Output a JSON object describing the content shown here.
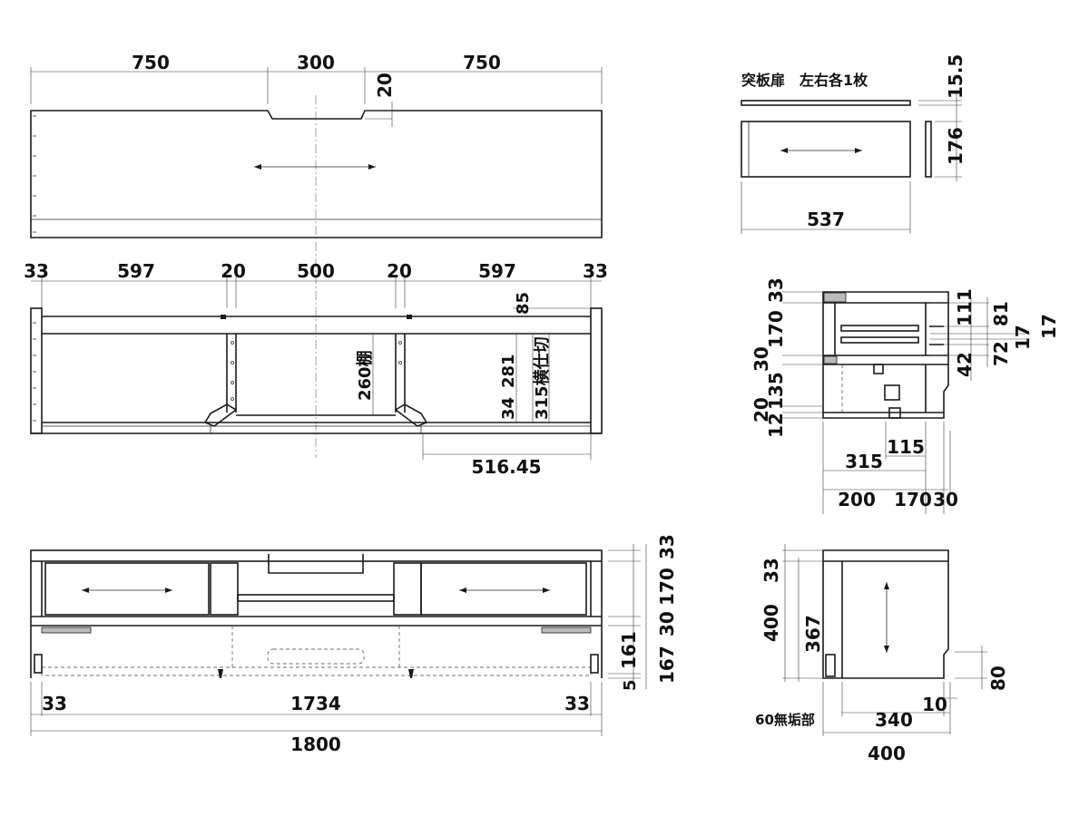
{
  "top_view": {
    "dims_top": [
      "750",
      "300",
      "750"
    ],
    "notch_depth": "20"
  },
  "front_open": {
    "dims_top": [
      "33",
      "597",
      "20",
      "500",
      "20",
      "597",
      "33"
    ],
    "dim_85": "85",
    "shelf": "260棚",
    "d34": "34",
    "d281": "281",
    "d315": "315横仕切",
    "d51645": "516.45"
  },
  "front_view": {
    "dims_right": [
      "33",
      "170",
      "30",
      "161",
      "167",
      "5"
    ],
    "dims_bottom": [
      "33",
      "1734",
      "33"
    ],
    "total": "1800"
  },
  "door": {
    "note": "突板扉　左右各1枚",
    "thickness": "15.5",
    "height": "176",
    "width": "537"
  },
  "section": {
    "left": [
      "33",
      "170",
      "30",
      "135",
      "20",
      "12"
    ],
    "right": [
      "111",
      "81",
      "72",
      "42",
      "17",
      "17"
    ],
    "bottom": [
      "115",
      "315",
      "200",
      "170",
      "30"
    ]
  },
  "side": {
    "left": [
      "33",
      "400",
      "367"
    ],
    "right": [
      "80",
      "10"
    ],
    "bottom": [
      "60無垢部",
      "340",
      "400"
    ]
  }
}
